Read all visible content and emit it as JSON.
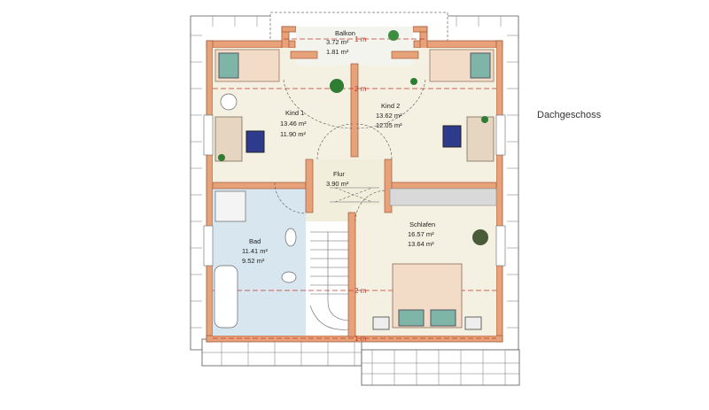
{
  "plan": {
    "title": "Dachgeschoss",
    "rooms": [
      {
        "id": "balkon",
        "name": "Balkon",
        "area1": "3.72 m²",
        "area2": "1.81 m²"
      },
      {
        "id": "kind1",
        "name": "Kind 1",
        "area1": "13.46 m²",
        "area2": "11.90 m²"
      },
      {
        "id": "kind2",
        "name": "Kind 2",
        "area1": "13.62 m²",
        "area2": "12.05 m²"
      },
      {
        "id": "flur",
        "name": "Flur",
        "area1": "3.90 m²"
      },
      {
        "id": "bad",
        "name": "Bad",
        "area1": "11.41 m²",
        "area2": "9.52 m²"
      },
      {
        "id": "schlafen",
        "name": "Schlafen",
        "area1": "16.57 m²",
        "area2": "13.64 m²"
      }
    ],
    "height_marks": [
      "1 m",
      "2 m",
      "2 m",
      "1 m"
    ]
  },
  "colors": {
    "wall": "#e8a27a",
    "wall_stroke": "#a25a35",
    "floor": "#f4f0e2",
    "tile": "#d8e6f0",
    "dim": "#c0392b"
  }
}
